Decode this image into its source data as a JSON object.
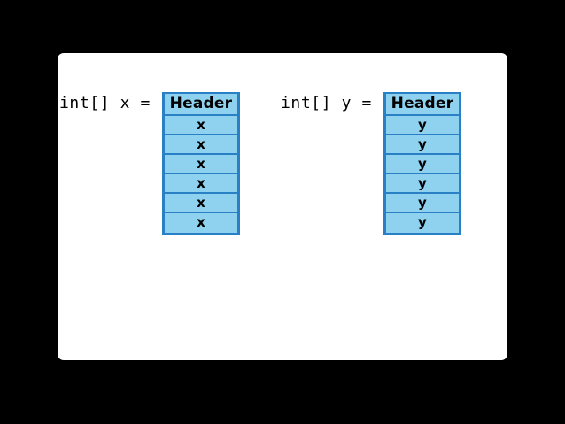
{
  "slide": {
    "background_color": "#000000",
    "card_color": "#ffffff"
  },
  "theme": {
    "cell_fill": "#8ed2f0",
    "cell_border": "#2980c4",
    "text_color": "#000000"
  },
  "arrays": [
    {
      "id": "x",
      "variable_label": "int[] x =",
      "header_label": "Header",
      "cells": [
        "x",
        "x",
        "x",
        "x",
        "x",
        "x"
      ]
    },
    {
      "id": "y",
      "variable_label": "int[] y =",
      "header_label": "Header",
      "cells": [
        "y",
        "y",
        "y",
        "y",
        "y",
        "y"
      ]
    }
  ]
}
